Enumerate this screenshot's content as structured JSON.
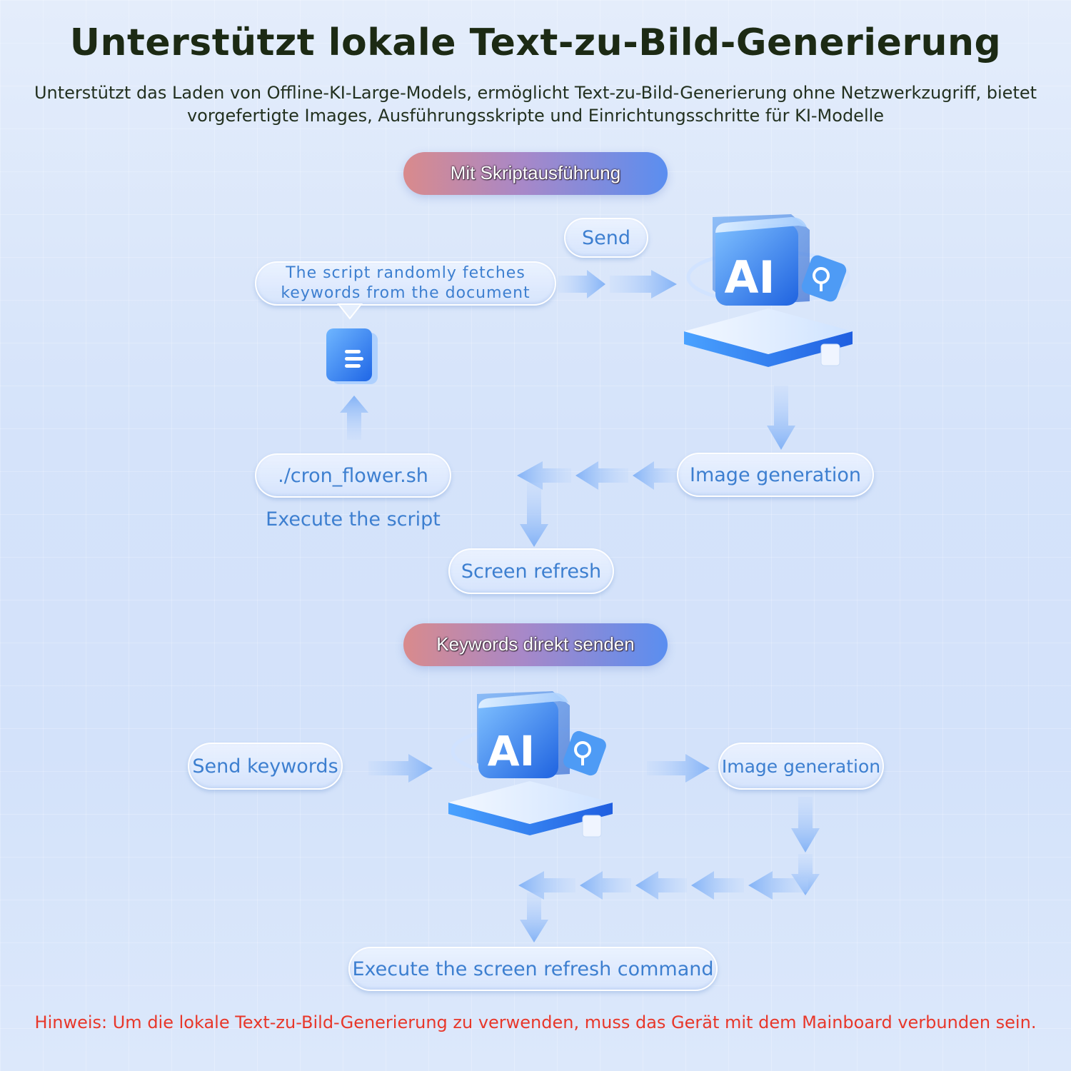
{
  "header": {
    "title": "Unterstützt lokale Text-zu-Bild-Generierung",
    "subtitle": "Unterstützt das Laden von Offline-KI-Large-Models, ermöglicht Text-zu-Bild-Generierung ohne Netzwerkzugriff, bietet vorgefertigte Images, Ausführungsskripte und Einrichtungsschritte für KI-Modelle"
  },
  "section1": {
    "heading": "Mit Skriptausführung",
    "send_label": "Send",
    "script_fetch_line1": "The script randomly fetches",
    "script_fetch_line2": "keywords from the document",
    "ai_label": "AI",
    "image_generation": "Image generation",
    "command": "./cron_flower.sh",
    "execute_label": "Execute the script",
    "screen_refresh": "Screen refresh"
  },
  "section2": {
    "heading": "Keywords direkt senden",
    "send_keywords": "Send keywords",
    "ai_label": "AI",
    "image_generation": "Image generation",
    "refresh_command": "Execute the screen refresh command"
  },
  "footer": {
    "note": "Hinweis: Um die lokale Text-zu-Bild-Generierung zu verwenden, muss das Gerät mit dem Mainboard verbunden sein."
  },
  "colors": {
    "accent": "#3d7fd0",
    "arrow": "#8fb8f5",
    "note": "#e8372a",
    "title": "#1c2a14"
  }
}
